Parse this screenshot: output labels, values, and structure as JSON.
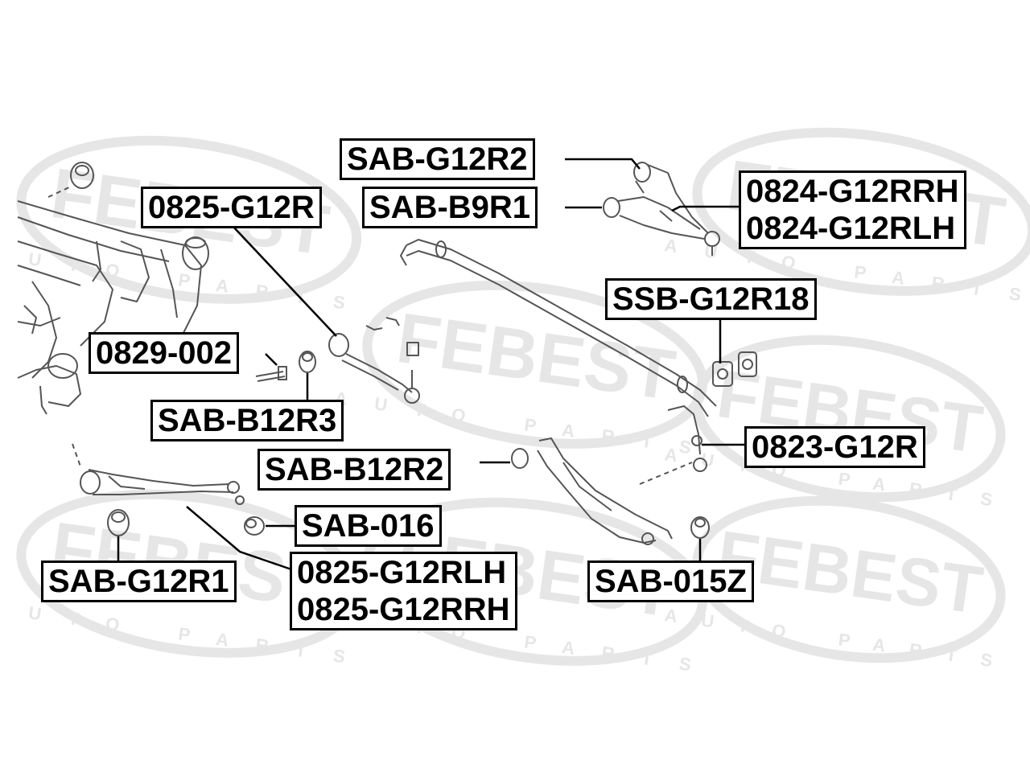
{
  "watermark": {
    "brand": "FEBEST",
    "subtitle": "AUTO PARTS",
    "color": "#e6e6e6"
  },
  "colors": {
    "line": "#000000",
    "drawing": "#555555",
    "box_border": "#000000",
    "background": "#ffffff"
  },
  "labels": {
    "sab_g12r2": "SAB-G12R2",
    "sab_b9r1": "SAB-B9R1",
    "arm_0824_g12rrh": "0824-G12RRH",
    "arm_0824_g12rlh": "0824-G12RLH",
    "rod_0825_g12r": "0825-G12R",
    "ssb_g12r18": "SSB-G12R18",
    "bolt_0829_002": "0829-002",
    "sab_b12r3": "SAB-B12R3",
    "link_0823_g12r": "0823-G12R",
    "sab_b12r2": "SAB-B12R2",
    "sab_016": "SAB-016",
    "sab_g12r1": "SAB-G12R1",
    "arm_0825_g12rlh": "0825-G12RLH",
    "arm_0825_g12rrh": "0825-G12RRH",
    "sab_015z": "SAB-015Z"
  }
}
